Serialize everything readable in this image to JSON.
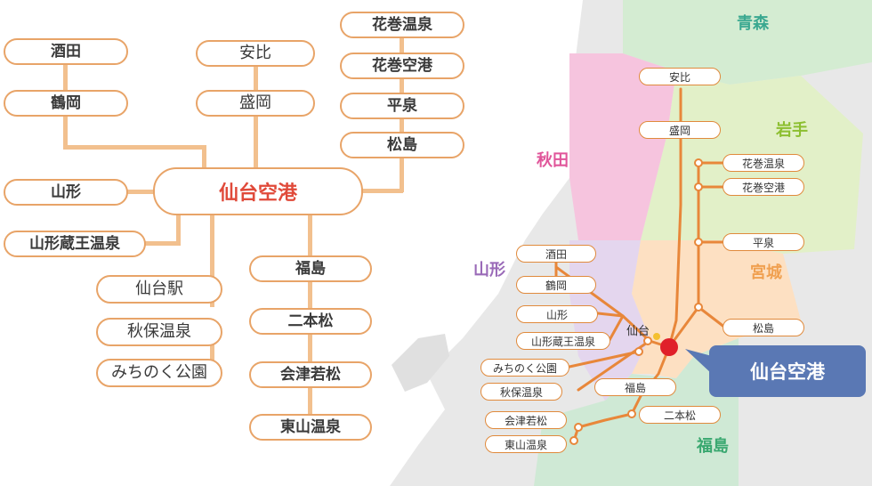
{
  "diagram": {
    "hub_label": "仙台空港",
    "left_branches": [
      "酒田",
      "鶴岡",
      "山形",
      "山形蔵王温泉"
    ],
    "top_branch": [
      "安比",
      "盛岡"
    ],
    "right_branch": [
      "花巻温泉",
      "花巻空港",
      "平泉",
      "松島"
    ],
    "left_lower_branch": [
      "仙台駅",
      "秋保温泉",
      "みちのく公園"
    ],
    "south_branch": [
      "福島",
      "二本松",
      "会津若松",
      "東山温泉"
    ]
  },
  "map": {
    "regions": {
      "aomori": "青森",
      "iwate": "岩手",
      "akita": "秋田",
      "yamagata": "山形",
      "miyagi": "宮城",
      "fukushima": "福島"
    },
    "region_colors": {
      "aomori": "#d4ecd2",
      "iwate": "#e2f0c8",
      "akita": "#f6c4de",
      "yamagata": "#e4d6ee",
      "miyagi": "#fde0c2",
      "fukushima": "#cfe9d5"
    },
    "sendai_station": "仙台",
    "labels": {
      "appi": "安比",
      "morioka": "盛岡",
      "hanamaki_onsen": "花巻温泉",
      "hanamaki_airport": "花巻空港",
      "hiraizumi": "平泉",
      "matsushima": "松島",
      "sakata": "酒田",
      "tsuruoka": "鶴岡",
      "yamagata": "山形",
      "zao_onsen": "山形蔵王温泉",
      "michinoku": "みちのく公園",
      "akiu": "秋保温泉",
      "fukushima": "福島",
      "nihonmatsu": "二本松",
      "aizu": "会津若松",
      "higashiyama": "東山温泉"
    },
    "callout": "仙台空港"
  },
  "colors": {
    "route": "#e8873a",
    "connector": "#f2c08e",
    "hub_text": "#e04a3a",
    "airport_dot": "#e0202a",
    "callout_bg": "#5a78b4"
  }
}
